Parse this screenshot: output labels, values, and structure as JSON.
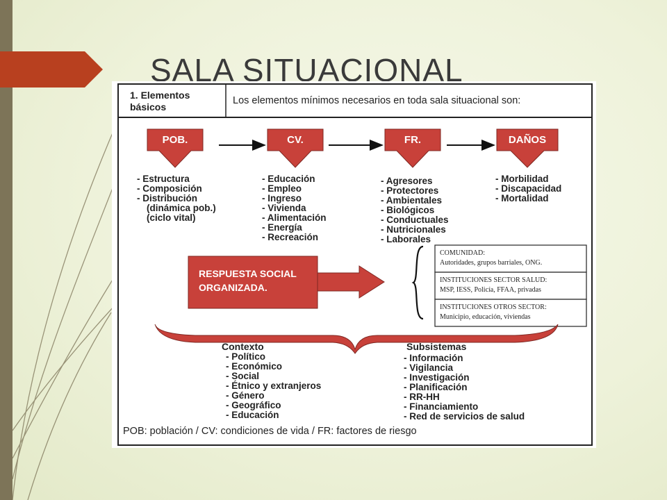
{
  "slide": {
    "title": "SALA  SITUACIONAL"
  },
  "header": {
    "label_line1": "1. Elementos",
    "label_line2": "básicos",
    "text": "Los elementos mínimos necesarios en toda sala situacional son:"
  },
  "flow": {
    "pob": {
      "label": "POB.",
      "items": [
        "- Estructura",
        "- Composición",
        "- Distribución",
        "  (dinámica pob.)",
        "  (ciclo vital)"
      ]
    },
    "cv": {
      "label": "CV.",
      "items": [
        "- Educación",
        "- Empleo",
        "- Ingreso",
        "- Vivienda",
        "- Alimentación",
        "- Energía",
        "- Recreación"
      ]
    },
    "fr": {
      "label": "FR.",
      "items": [
        "- Agresores",
        "- Protectores",
        "- Ambientales",
        "- Biológicos",
        "- Conductuales",
        "- Nutricionales",
        "- Laborales"
      ]
    },
    "danos": {
      "label": "DAÑOS",
      "items": [
        "- Morbilidad",
        "- Discapacidad",
        "- Mortalidad"
      ]
    }
  },
  "respuesta": {
    "line1": "RESPUESTA SOCIAL",
    "line2": "ORGANIZADA."
  },
  "entities": [
    {
      "title": "COMUNIDAD:",
      "detail": "Autoridades, grupos barriales, ONG."
    },
    {
      "title": "INSTITUCIONES SECTOR SALUD:",
      "detail": "MSP, IESS, Policía, FFAA, privadas"
    },
    {
      "title": "INSTITUCIONES OTROS SECTOR:",
      "detail": "Municipio, educación, viviendas"
    }
  ],
  "contexto": {
    "title": "Contexto",
    "items": [
      "- Político",
      "- Económico",
      "- Social",
      "- Étnico y extranjeros",
      "- Género",
      "- Geográfico",
      "- Educación"
    ]
  },
  "subsistemas": {
    "title": "Subsistemas",
    "items": [
      "- Información",
      "- Vigilancia",
      "- Investigación",
      "- Planificación",
      "- RR-HH",
      "- Financiamiento",
      "- Red de servicios de salud"
    ]
  },
  "footnote": "POB: población / CV: condiciones de vida / FR: factores de riesgo",
  "colors": {
    "accent": "#c8413a",
    "title_tab": "#b8401f",
    "left_bar": "#7d7458"
  }
}
